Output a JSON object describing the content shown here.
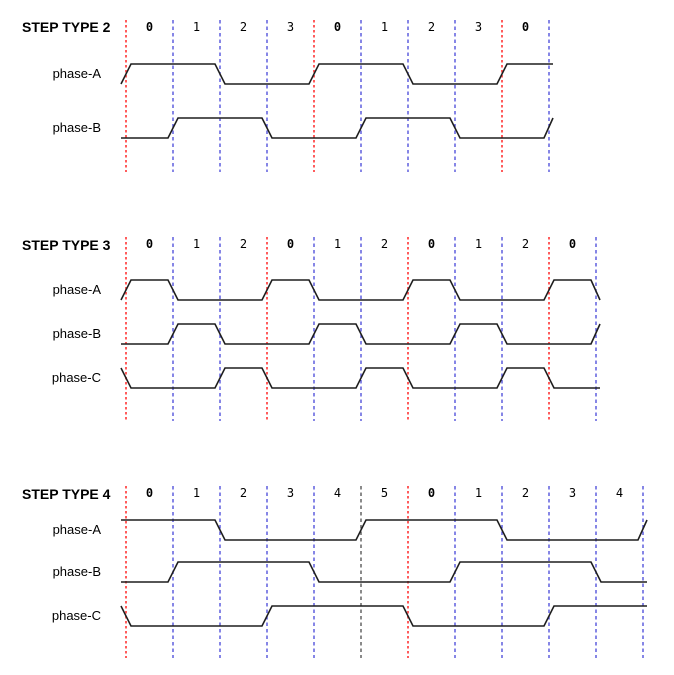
{
  "page": {
    "background": "#ffffff",
    "emphasized_label": "0"
  },
  "colors": {
    "trace": "#1f1f1f",
    "red_line": "#ff5c5c",
    "blue_line": "#5353dc",
    "black_line": "#595959",
    "text": "#000000"
  },
  "chart_data": [
    {
      "type": "line",
      "subtype": "digital-timing",
      "title": "STEP TYPE 2",
      "step_labels": [
        "0",
        "1",
        "2",
        "3",
        "0",
        "1",
        "2",
        "3",
        "0"
      ],
      "cycle_length": 4,
      "boundary_colors": [
        "red",
        "blue",
        "blue",
        "blue",
        "red",
        "blue",
        "blue",
        "blue",
        "red",
        "blue"
      ],
      "phases": [
        {
          "name": "phase-A",
          "levels": [
            1,
            1,
            0,
            0,
            1,
            1,
            0,
            0,
            1
          ],
          "level_before": 0,
          "level_after": 1
        },
        {
          "name": "phase-B",
          "levels": [
            0,
            1,
            1,
            0,
            0,
            1,
            1,
            0,
            0
          ],
          "level_before": 0,
          "level_after": 1
        }
      ]
    },
    {
      "type": "line",
      "subtype": "digital-timing",
      "title": "STEP TYPE 3",
      "step_labels": [
        "0",
        "1",
        "2",
        "0",
        "1",
        "2",
        "0",
        "1",
        "2",
        "0"
      ],
      "cycle_length": 3,
      "boundary_colors": [
        "red",
        "blue",
        "blue",
        "red",
        "blue",
        "blue",
        "red",
        "blue",
        "blue",
        "red",
        "blue"
      ],
      "phases": [
        {
          "name": "phase-A",
          "levels": [
            1,
            0,
            0,
            1,
            0,
            0,
            1,
            0,
            0,
            1
          ],
          "level_before": 0,
          "level_after": 0
        },
        {
          "name": "phase-B",
          "levels": [
            0,
            1,
            0,
            0,
            1,
            0,
            0,
            1,
            0,
            0
          ],
          "level_before": 0,
          "level_after": 1
        },
        {
          "name": "phase-C",
          "levels": [
            0,
            0,
            1,
            0,
            0,
            1,
            0,
            0,
            1,
            0
          ],
          "level_before": 1,
          "level_after": 0
        }
      ]
    },
    {
      "type": "line",
      "subtype": "digital-timing",
      "title": "STEP TYPE 4",
      "step_labels": [
        "0",
        "1",
        "2",
        "3",
        "4",
        "5",
        "0",
        "1",
        "2",
        "3",
        "4"
      ],
      "cycle_length": 6,
      "boundary_colors": [
        "red",
        "blue",
        "blue",
        "blue",
        "blue",
        "black",
        "red",
        "blue",
        "blue",
        "blue",
        "blue",
        "blue"
      ],
      "phases": [
        {
          "name": "phase-A",
          "levels": [
            1,
            1,
            0,
            0,
            0,
            1,
            1,
            1,
            0,
            0,
            0
          ],
          "level_before": 1,
          "level_after": 1
        },
        {
          "name": "phase-B",
          "levels": [
            0,
            1,
            1,
            1,
            0,
            0,
            0,
            1,
            1,
            1,
            0
          ],
          "level_before": 0,
          "level_after": 0
        },
        {
          "name": "phase-C",
          "levels": [
            0,
            0,
            0,
            1,
            1,
            1,
            0,
            0,
            0,
            1,
            1
          ],
          "level_before": 1,
          "level_after": 1
        }
      ]
    }
  ]
}
